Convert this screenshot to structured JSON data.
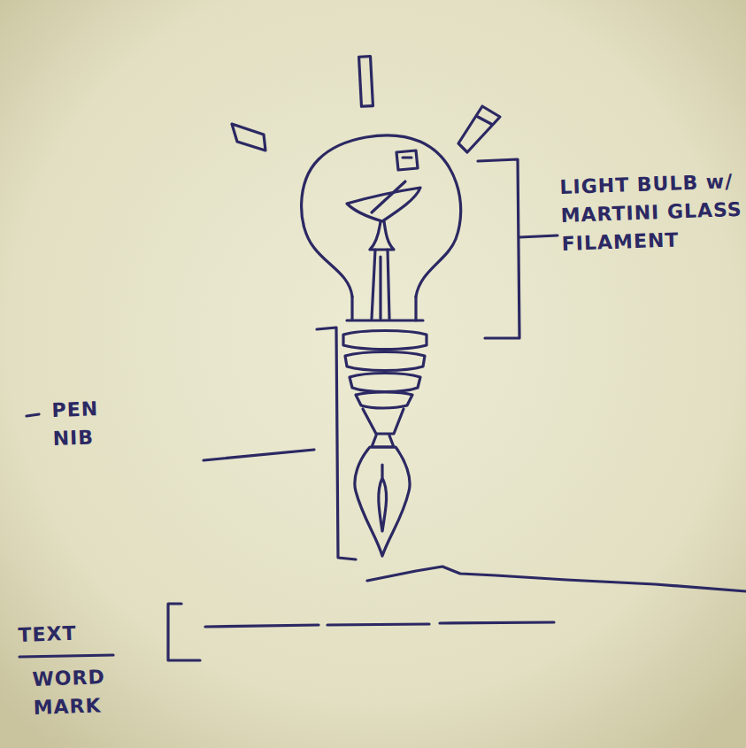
{
  "diagram": {
    "labels": [
      "LIGHT BULB w/ MARTINI GLASS FILAMENT",
      "PEN NIB",
      "TEXT",
      "WORD MARK"
    ]
  }
}
